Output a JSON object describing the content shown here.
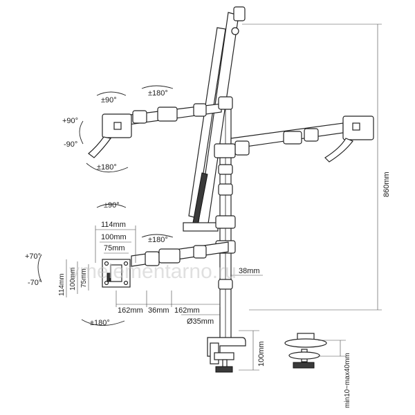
{
  "labels": {
    "rot_top_left": "±90°",
    "swivel_top_left": "±180°",
    "tilt_up_left": "+90°",
    "tilt_down_left": "-90°",
    "swivel_bottom_top": "±180°",
    "rot_mid_left": "±90°",
    "swivel_mid": "±180°",
    "tilt_up_mid": "+70°",
    "tilt_down_mid": "-70°",
    "swivel_bottom_mid": "±180°",
    "w114": "114mm",
    "w100": "100mm",
    "w75": "75mm",
    "h114": "114mm",
    "h100": "100mm",
    "h75": "75mm",
    "arm162a": "162mm",
    "gap36": "36mm",
    "arm162b": "162mm",
    "d38": "38mm",
    "pole_dia": "Ø35mm",
    "height860": "860mm",
    "clamp100": "100mm",
    "clamp_range": "min10~max40mm"
  },
  "watermark": "vmelementarno.ru"
}
